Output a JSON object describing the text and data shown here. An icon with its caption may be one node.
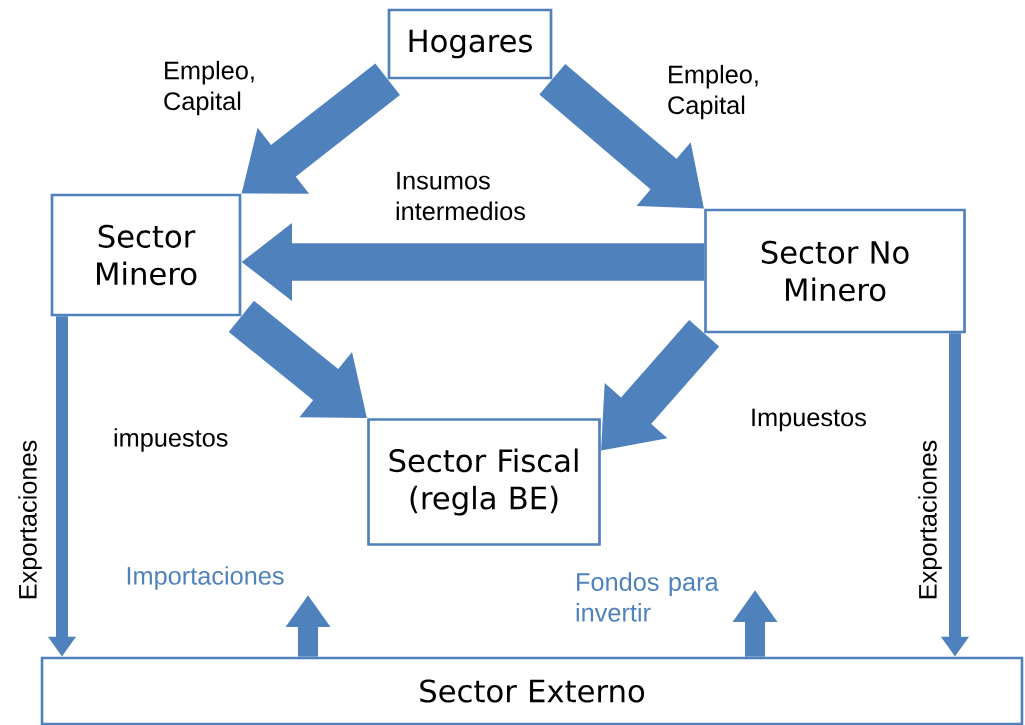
{
  "diagram": {
    "nodes": [
      {
        "text": [
          "Hogares"
        ]
      },
      {
        "text": [
          "Sector Minero"
        ]
      },
      {
        "text": [
          "Sector No Minero"
        ]
      },
      {
        "text": [
          "Sector Fiscal (regla BE)"
        ]
      },
      {
        "text": [
          "Sector Externo"
        ]
      }
    ],
    "edges": [
      {
        "from": 0,
        "to": 1,
        "arrow": "to",
        "label": "Empleo, Capital"
      },
      {
        "from": 0,
        "to": 2,
        "arrow": "to",
        "label": "Empleo, Capital"
      },
      {
        "from": 2,
        "to": 1,
        "arrow": "to",
        "label": "Insumos intermedios"
      },
      {
        "from": 1,
        "to": 3,
        "arrow": "to",
        "label": "impuestos"
      },
      {
        "from": 2,
        "to": 3,
        "arrow": "to",
        "label": "Impuestos"
      },
      {
        "from": 1,
        "to": 4,
        "arrow": "to",
        "label": "Exportaciones"
      },
      {
        "from": 2,
        "to": 4,
        "arrow": "to",
        "label": "Exportaciones"
      },
      {
        "from": 4,
        "to": null,
        "arrow": "to",
        "label": "Importaciones"
      },
      {
        "from": 4,
        "to": null,
        "arrow": "to",
        "label": "Fondos para invertir"
      }
    ]
  }
}
